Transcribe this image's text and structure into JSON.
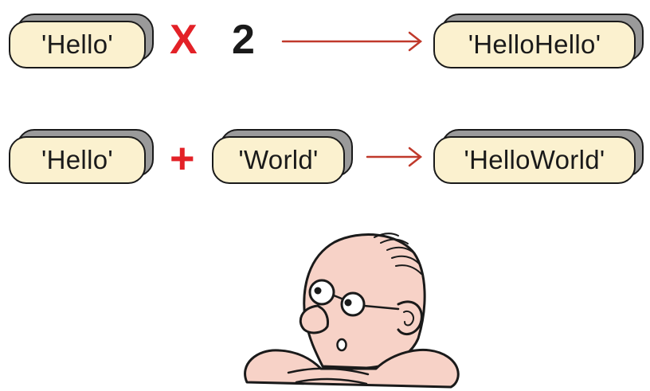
{
  "row1": {
    "left_string": "'Hello'",
    "operator": "X",
    "multiplier": "2",
    "result": "'HelloHello'"
  },
  "row2": {
    "left_string": "'Hello'",
    "operator": "+",
    "right_string": "'World'",
    "result": "'HelloWorld'"
  },
  "colors": {
    "box_fill": "#fbf1cf",
    "box_shadow": "#9a9a9a",
    "operator_red": "#e32127",
    "arrow_red": "#c0392b",
    "skin": "#f7d2c7"
  },
  "illustration": {
    "icon": "cartoon-man-peeking-icon"
  }
}
